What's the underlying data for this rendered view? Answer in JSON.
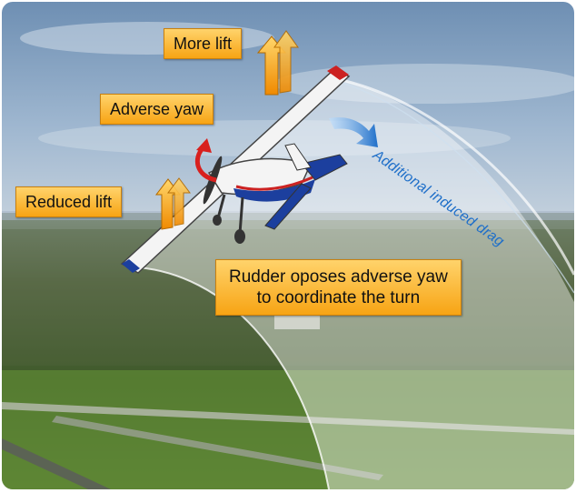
{
  "labels": {
    "more_lift": "More lift",
    "adverse_yaw": "Adverse yaw",
    "reduced_lift": "Reduced lift",
    "additional_induced_drag": "Additional induced drag",
    "rudder_line1": "Rudder oposes adverse yaw",
    "rudder_line2": "to coordinate the turn"
  },
  "colors": {
    "label_fill": "#f7a414",
    "drag_arrow": "#1f6fc9",
    "yaw_arrow": "#d8201e",
    "aircraft_blue": "#1c3f9e",
    "aircraft_red": "#cc2222"
  }
}
